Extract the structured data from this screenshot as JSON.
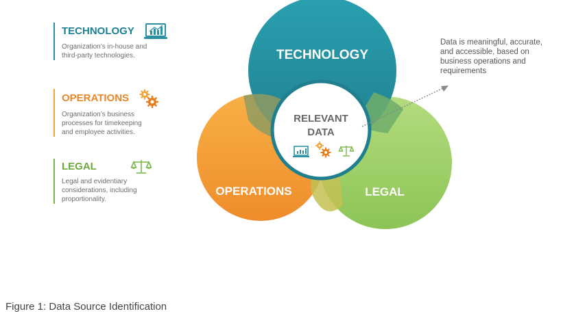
{
  "legend": {
    "technology": {
      "title": "TECHNOLOGY",
      "desc": [
        "Organization’s in-house and",
        "third-party technologies."
      ]
    },
    "operations": {
      "title": "OPERATIONS",
      "desc": [
        "Organization’s business",
        "processes for timekeeping",
        "and employee activities."
      ]
    },
    "legal": {
      "title": "LEGAL",
      "desc": [
        "Legal and evidentiary",
        "considerations, including",
        "proportionality."
      ]
    }
  },
  "venn": {
    "technology_label": "TECHNOLOGY",
    "operations_label": "OPERATIONS",
    "legal_label": "LEGAL",
    "center_line1": "RELEVANT",
    "center_line2": "DATA"
  },
  "callout": {
    "lines": [
      "Data is meaningful, accurate,",
      "and accessible, based on",
      "business operations and",
      "requirements"
    ]
  },
  "caption": "Figure 1: Data Source Identification",
  "colors": {
    "technology": "#2696a6",
    "operations": "#f5a338",
    "legal": "#9ccf63",
    "center_ring": "#1f7f8e"
  },
  "icons": {
    "technology": "chart-laptop-icon",
    "operations": "gears-icon",
    "legal": "scales-icon"
  }
}
